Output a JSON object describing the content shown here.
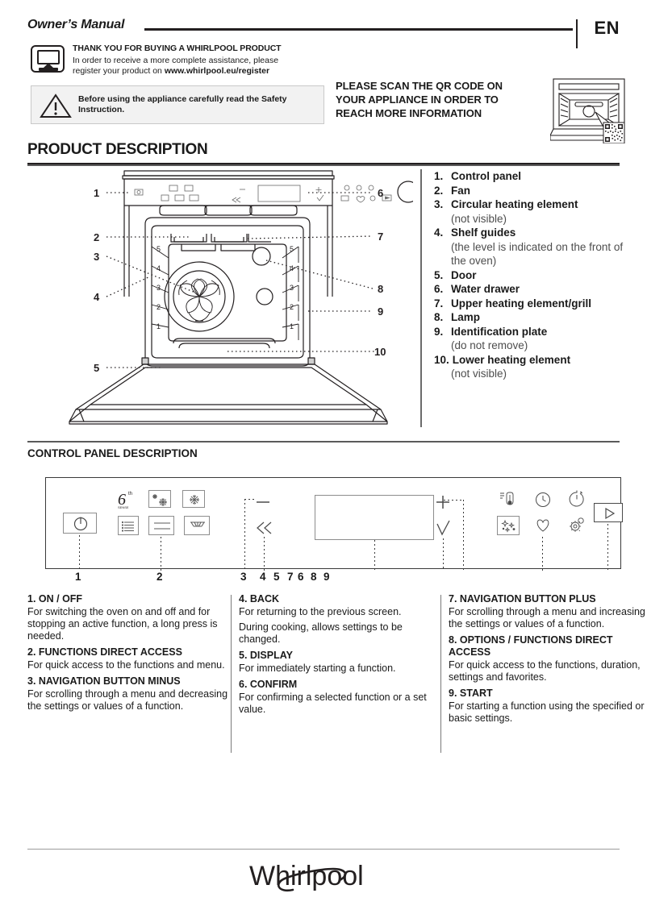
{
  "header": {
    "owners_manual": "Owner’s Manual",
    "language_code": "EN",
    "thank_you_title": "THANK YOU FOR BUYING A WHIRLPOOL PRODUCT",
    "register_text_1": "In order to receive a more complete assistance, please",
    "register_text_2": "register your product on ",
    "register_url": "www.whirlpool.eu/register",
    "safety_notice": "Before using the appliance carefully read the Safety Instruction.",
    "qr_callout_line1": "PLEASE SCAN THE QR CODE ON",
    "qr_callout_line2": "YOUR APPLIANCE IN ORDER TO",
    "qr_callout_line3": "REACH MORE INFORMATION",
    "monitor_icon": "monitor-icon",
    "warning_icon": "warning-triangle-icon",
    "oven_qr_illustration": "oven-qr-illustration"
  },
  "product_description": {
    "title": "PRODUCT DESCRIPTION",
    "legend": [
      {
        "num": "1.",
        "label": "Control panel",
        "sub": ""
      },
      {
        "num": "2.",
        "label": "Fan",
        "sub": ""
      },
      {
        "num": "3.",
        "label": "Circular heating element",
        "sub": "(not visible)"
      },
      {
        "num": "4.",
        "label": "Shelf guides",
        "sub": "(the level is indicated on the front of the oven)"
      },
      {
        "num": "5.",
        "label": "Door",
        "sub": ""
      },
      {
        "num": "6.",
        "label": "Water drawer",
        "sub": ""
      },
      {
        "num": "7.",
        "label": "Upper heating element/grill",
        "sub": ""
      },
      {
        "num": "8.",
        "label": "Lamp",
        "sub": ""
      },
      {
        "num": "9.",
        "label": "Identification plate",
        "sub": "(do not remove)"
      },
      {
        "num": "10.",
        "label": "Lower heating element",
        "sub": "(not visible)"
      }
    ],
    "callout_numbers_left": [
      "1",
      "2",
      "3",
      "4",
      "5"
    ],
    "callout_numbers_right": [
      "6",
      "7",
      "8",
      "9",
      "10"
    ],
    "shelf_levels": [
      "5",
      "4",
      "3",
      "2",
      "1"
    ]
  },
  "control_panel": {
    "title": "CONTROL PANEL DESCRIPTION",
    "callout_labels": [
      "1",
      "2",
      "3",
      "4",
      "5",
      "7",
      "6",
      "8",
      "9"
    ],
    "number_group_left": [
      "1",
      "2",
      "3"
    ],
    "number_group_cluster": "4 5 7 6 8 9",
    "icons": [
      "power-icon",
      "sixth-sense-icon",
      "defrost-icon",
      "frozen-bake-icon",
      "menu-icon",
      "conventional-bake-icon",
      "grill-icon",
      "minus-icon",
      "back-icon",
      "display-screen",
      "plus-icon",
      "confirm-check-icon",
      "meat-probe-icon",
      "clock-icon",
      "timer-icon",
      "clean-icon",
      "favourite-heart-icon",
      "settings-gear-icon",
      "start-play-icon"
    ],
    "descriptions": [
      {
        "title": "1. ON / OFF",
        "body": [
          "For switching the oven on and off and for stopping an active function, a long press is needed."
        ]
      },
      {
        "title": "2. FUNCTIONS DIRECT ACCESS",
        "body": [
          "For quick access to the functions and menu."
        ]
      },
      {
        "title": "3. NAVIGATION BUTTON MINUS",
        "body": [
          "For scrolling through a menu and decreasing the settings or values of a function."
        ]
      },
      {
        "title": "4. BACK",
        "body": [
          "For returning to the previous screen.",
          "During cooking, allows settings to be changed."
        ]
      },
      {
        "title": "5. DISPLAY",
        "body": [
          "For immediately starting a function."
        ]
      },
      {
        "title": "6. CONFIRM",
        "body": [
          "For confirming a selected function or a set value."
        ]
      },
      {
        "title": "7. NAVIGATION BUTTON PLUS",
        "body": [
          "For scrolling through a menu and increasing the settings or values of a function."
        ]
      },
      {
        "title": "8. OPTIONS / FUNCTIONS DIRECT ACCESS",
        "body": [
          "For quick access to the functions, duration, settings and favorites."
        ]
      },
      {
        "title": "9. START",
        "body": [
          "For starting a function using the specified or basic settings."
        ]
      }
    ]
  },
  "footer": {
    "brand": "Whirlpool"
  },
  "colors": {
    "ink": "#1a1a1a",
    "rule": "#231f20",
    "grey_panel": "#f2f2f2",
    "grey_border": "#c9c9c9",
    "line_grey": "#6b6b6b"
  }
}
